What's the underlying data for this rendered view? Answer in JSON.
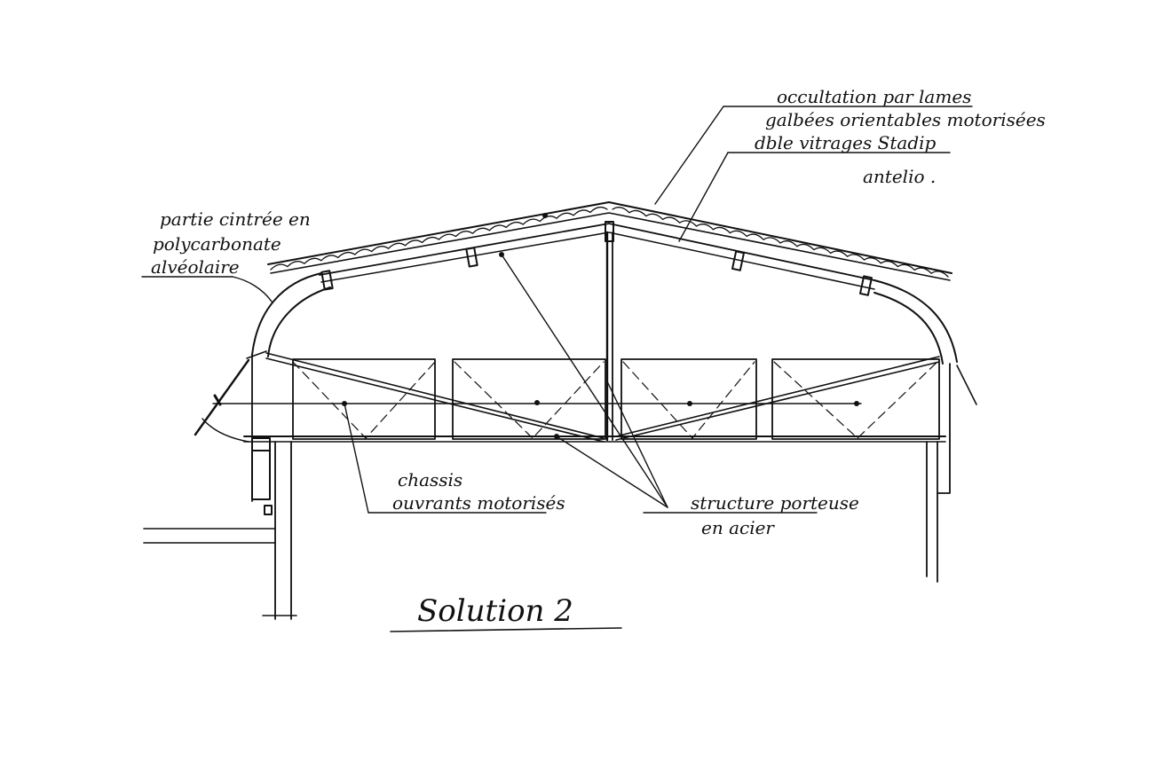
{
  "annotations": {
    "occultation": [
      "occultation par lames",
      "galbées orientables motorisées"
    ],
    "vitrage": [
      "dble vitrages Stadip",
      "antelio ."
    ],
    "partie_cintree": [
      "partie cintrée en",
      "polycarbonate",
      "alvéolaire"
    ],
    "chassis": [
      "chassis",
      "ouvrants motorisés"
    ],
    "structure": [
      "structure porteuse",
      "en acier"
    ]
  },
  "title": "Solution 2",
  "colors": {
    "ink": "#111111",
    "paper": "#ffffff"
  }
}
